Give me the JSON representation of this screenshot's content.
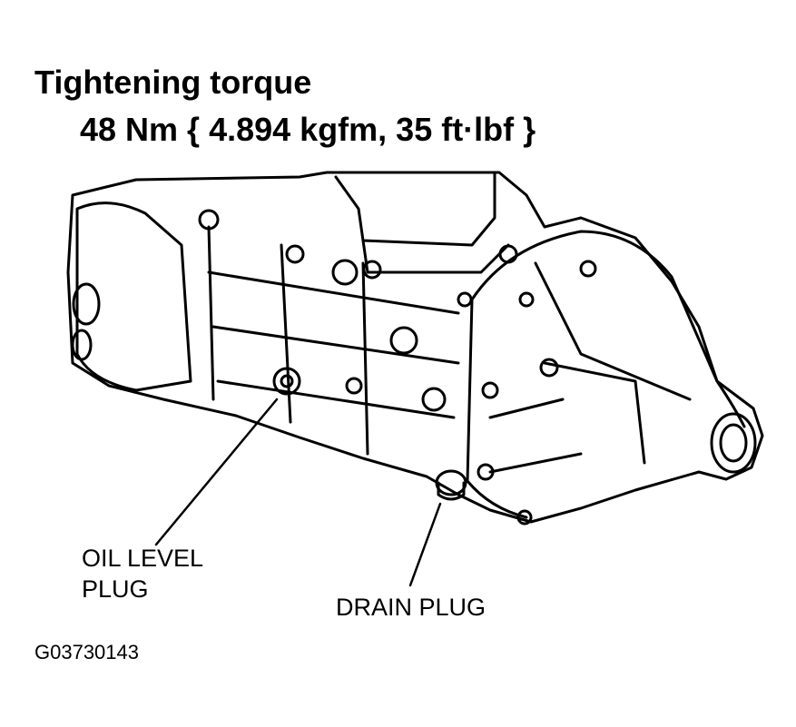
{
  "heading": {
    "title": "Tightening torque",
    "torque_spec": "48 Nm { 4.894 kgfm, 35 ft·lbf }"
  },
  "callouts": {
    "oil_level_plug_line1": "OIL LEVEL",
    "oil_level_plug_line2": "PLUG",
    "drain_plug": "DRAIN PLUG"
  },
  "figure_id": "G03730143",
  "colors": {
    "ink": "#000000",
    "paper": "#ffffff"
  }
}
